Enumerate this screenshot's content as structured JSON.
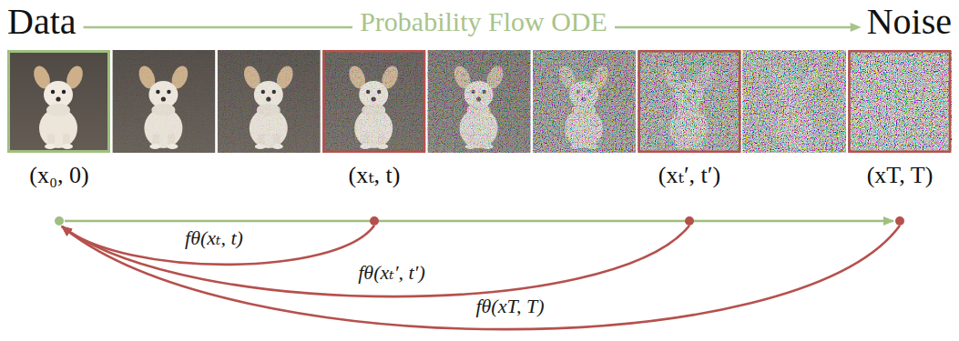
{
  "diagram": {
    "nodes": [
      {
        "text": [
          "(x₀, 0)"
        ]
      },
      {
        "text": [
          "(xₜ, t)"
        ]
      },
      {
        "text": [
          "(xₜ′, t′)"
        ]
      },
      {
        "text": [
          "(xT, T)"
        ]
      }
    ],
    "edges": [
      {
        "from": 0,
        "to": 3,
        "arrow": "to"
      },
      {
        "from": 1,
        "to": 0,
        "arrow": "to",
        "label": "fθ(xₜ, t)"
      },
      {
        "from": 2,
        "to": 0,
        "arrow": "to",
        "label": "fθ(xₜ′, t′)"
      },
      {
        "from": 3,
        "to": 0,
        "arrow": "to",
        "label": "fθ(xT, T)"
      }
    ],
    "labels": [
      "Data",
      "Probability Flow ODE",
      "Noise"
    ]
  }
}
